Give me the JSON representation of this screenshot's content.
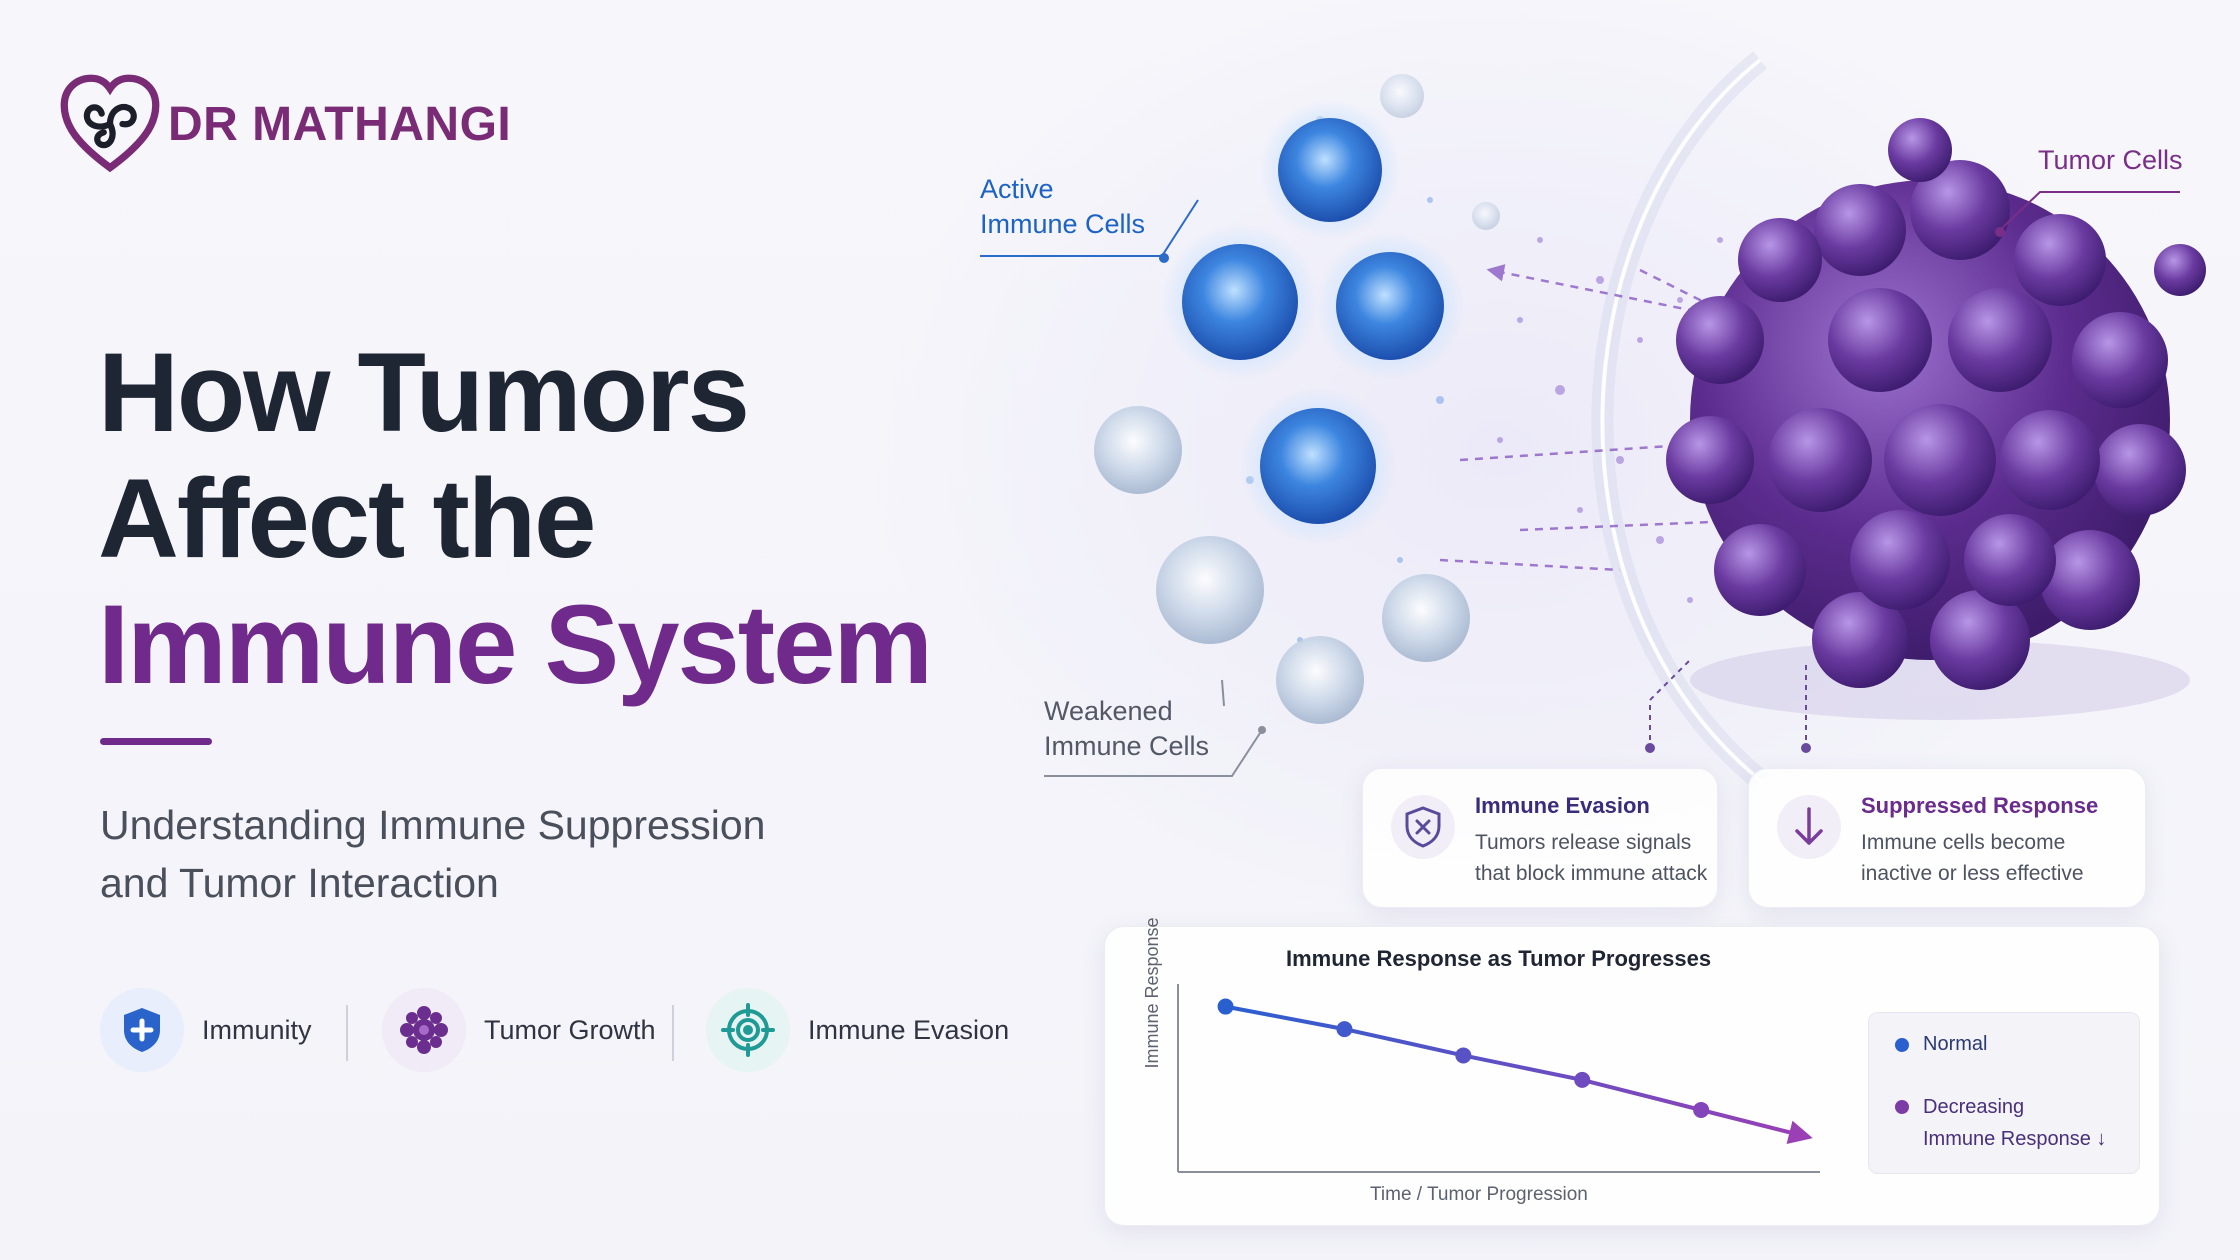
{
  "brand": {
    "name": "DR MATHANGI",
    "color": "#7a2b76",
    "logo_icon": "triskelion-heart-icon"
  },
  "title": {
    "line1": "How Tumors",
    "line2": "Affect the",
    "line3": "Immune System",
    "accent_color": "#6f2a8c"
  },
  "subtitle": {
    "line1": "Understanding Immune Suppression",
    "line2": "and Tumor Interaction"
  },
  "legend_pills": [
    {
      "label": "Immunity",
      "icon": "shield-plus-icon",
      "color": "#2a63c9"
    },
    {
      "label": "Tumor Growth",
      "icon": "tumor-cell-icon",
      "color": "#6b2e8f"
    },
    {
      "label": "Immune Evasion",
      "icon": "target-icon",
      "color": "#1f9a95"
    }
  ],
  "illustration": {
    "active_label": {
      "line1": "Active",
      "line2": "Immune Cells"
    },
    "tumor_label": "Tumor Cells",
    "weak_label": {
      "line1": "Weakened",
      "line2": "Immune Cells"
    }
  },
  "cards": [
    {
      "title": "Immune Evasion",
      "body_line1": "Tumors release signals",
      "body_line2": "that block immune attack",
      "icon": "shield-x-icon"
    },
    {
      "title": "Suppressed Response",
      "body_line1": "Immune cells become",
      "body_line2": "inactive or less effective",
      "icon": "arrow-down-icon"
    }
  ],
  "chart_data": {
    "type": "line",
    "title": "Immune Response as Tumor Progresses",
    "xlabel": "Time / Tumor Progression",
    "ylabel": "Immune Response",
    "x": [
      1,
      2,
      3,
      4,
      5
    ],
    "series": [
      {
        "values": [
          0.88,
          0.76,
          0.62,
          0.49,
          0.33
        ]
      }
    ],
    "xlim": [
      0.6,
      6.0
    ],
    "ylim": [
      0,
      1
    ],
    "legend": {
      "normal": "Normal",
      "decreasing_line1": "Decreasing",
      "decreasing_line2": "Immune Response ↓",
      "placement": "right"
    },
    "colors": {
      "start": "#2a5fd0",
      "end": "#9b3fb5"
    },
    "grid": false
  }
}
